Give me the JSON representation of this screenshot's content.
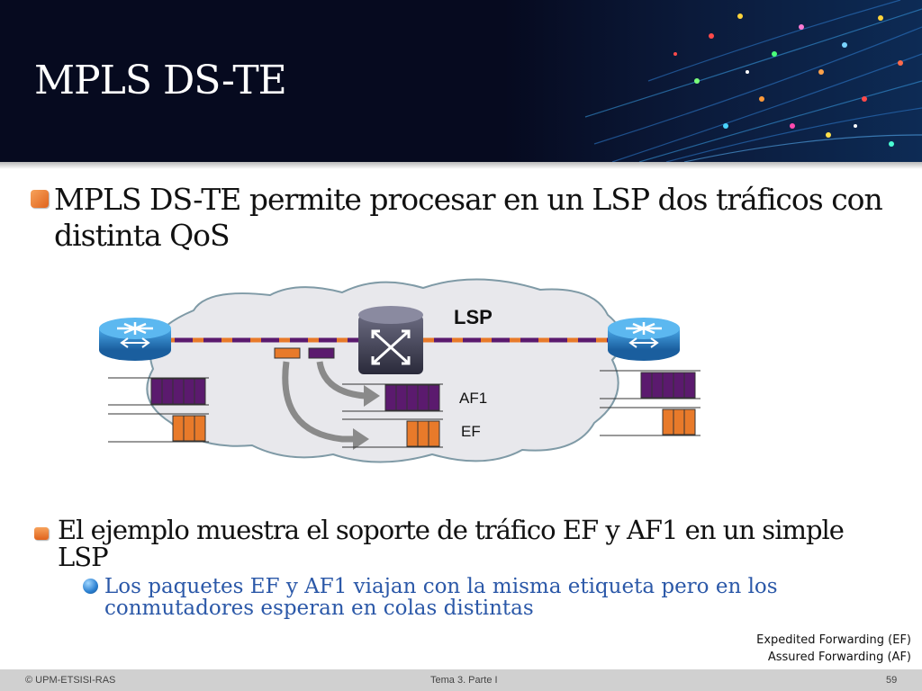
{
  "slide": {
    "title": "MPLS DS-TE",
    "bullet1": "MPLS DS-TE permite procesar en un LSP dos tráficos con distinta QoS",
    "bullet2": "El ejemplo muestra el soporte de tráfico EF y AF1 en un simple LSP",
    "sub_bullet": "Los paquetes EF y AF1 viajan con la misma etiqueta pero en los conmutadores esperan en colas distintas"
  },
  "diagram": {
    "lsp_label": "LSP",
    "af1_label": "AF1",
    "ef_label": "EF",
    "colors": {
      "af1_purple": "#5b1a6e",
      "ef_orange": "#e87a2a",
      "cloud": "#e8e8ec"
    }
  },
  "legend": {
    "line1": "Expedited Forwarding (EF)",
    "line2": "Assured Forwarding (AF)"
  },
  "footer": {
    "copyright": "© UPM-ETSISI-RAS",
    "center": "Tema 3. Parte I",
    "page": "59"
  }
}
